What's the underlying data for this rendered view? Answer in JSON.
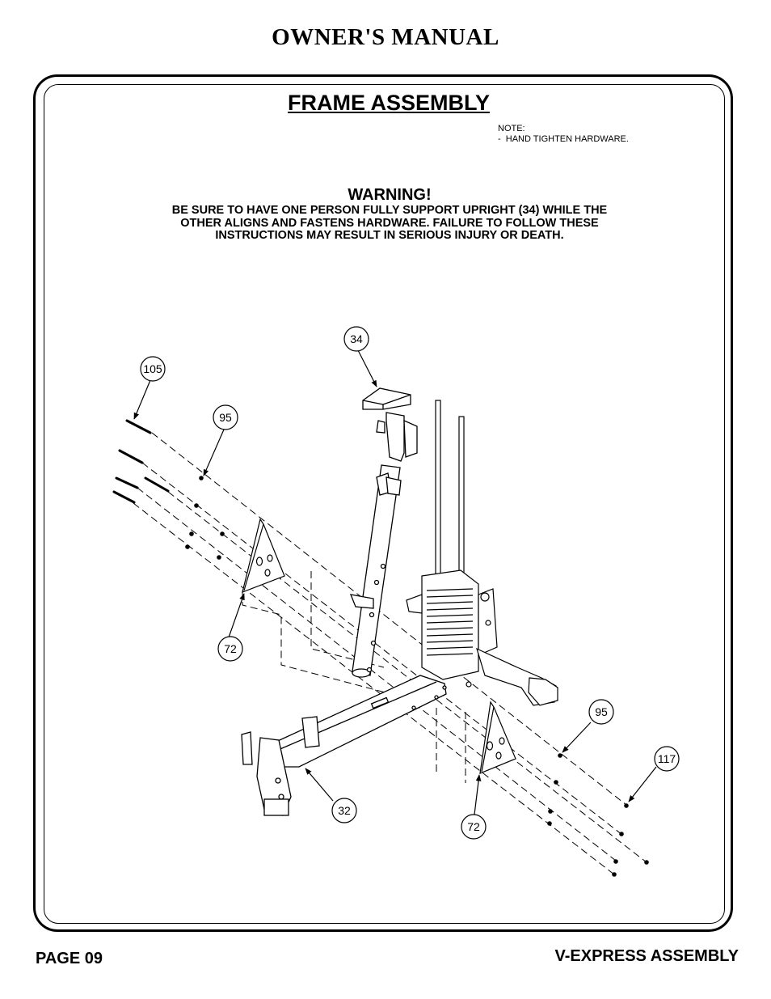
{
  "header": {
    "title": "OWNER'S MANUAL"
  },
  "section": {
    "title": "FRAME ASSEMBLY"
  },
  "note": {
    "label": "NOTE:",
    "line": "-  HAND TIGHTEN HARDWARE."
  },
  "warning": {
    "title": "WARNING!",
    "lines": [
      "BE SURE TO HAVE ONE PERSON FULLY SUPPORT UPRIGHT (34) WHILE THE",
      "OTHER ALIGNS AND FASTENS HARDWARE.  FAILURE TO FOLLOW THESE",
      "INSTRUCTIONS MAY RESULT IN SERIOUS INJURY OR DEATH."
    ]
  },
  "callouts": {
    "c34": "34",
    "c105": "105",
    "c95a": "95",
    "c72a": "72",
    "c95b": "95",
    "c117": "117",
    "c32": "32",
    "c72b": "72"
  },
  "footer": {
    "page": "PAGE 09",
    "assembly": "V-EXPRESS ASSEMBLY"
  }
}
